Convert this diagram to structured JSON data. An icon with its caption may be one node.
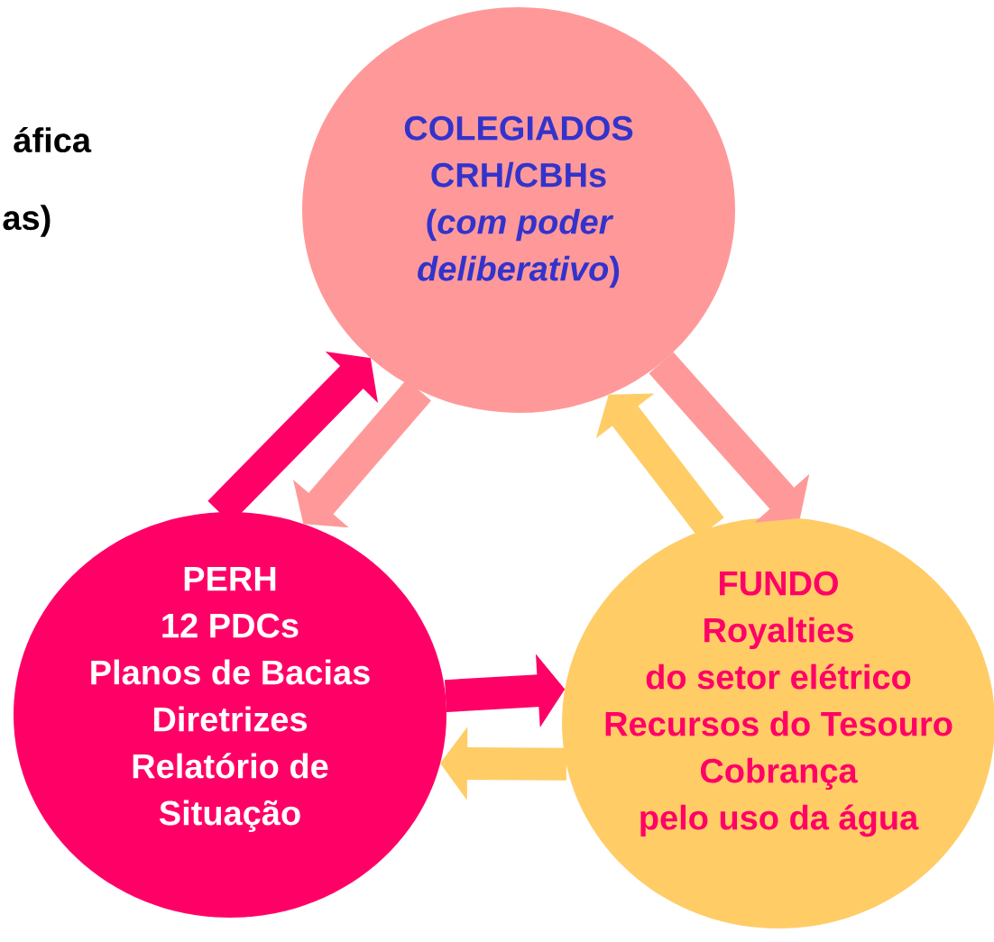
{
  "diagram": {
    "nodes": [
      {
        "text": [
          "COLEGIADOS",
          "CRH/CBHs",
          "(*com poder deliberativo*)"
        ]
      },
      {
        "text": [
          "PERH",
          "12 PDCs",
          "Planos de Bacias",
          "Diretrizes",
          "Relatório de Situação"
        ]
      },
      {
        "text": [
          "FUNDO",
          "Royalties do setor elétrico",
          "Recursos do Tesouro",
          "Cobrança pelo uso da água"
        ]
      }
    ],
    "edges": [
      {
        "from": 1,
        "to": 0,
        "arrow": "to",
        "color": "#ff0066"
      },
      {
        "from": 0,
        "to": 1,
        "arrow": "to",
        "color": "#ff9999"
      },
      {
        "from": 2,
        "to": 0,
        "arrow": "to",
        "color": "#ffcc66"
      },
      {
        "from": 0,
        "to": 2,
        "arrow": "to",
        "color": "#ff9999"
      },
      {
        "from": 1,
        "to": 2,
        "arrow": "to",
        "color": "#ff0066"
      },
      {
        "from": 2,
        "to": 1,
        "arrow": "to",
        "color": "#ffcc66"
      }
    ],
    "labels": [
      "áfica",
      "as)"
    ]
  }
}
